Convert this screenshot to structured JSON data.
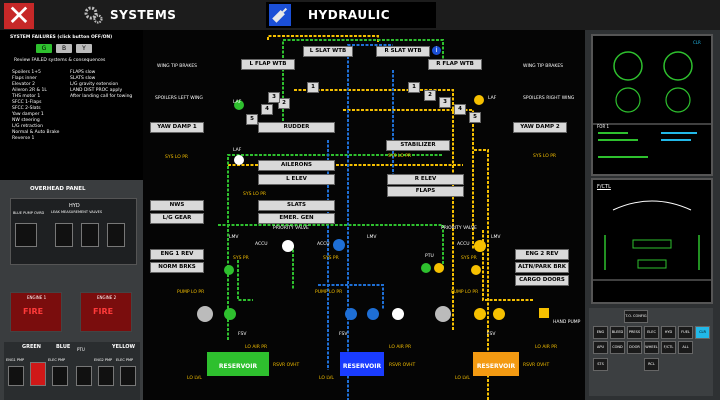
{
  "topbar": {
    "close_label": "✕",
    "systems_label": "SYSTEMS",
    "hydraulic_label": "HYDRAULIC"
  },
  "left": {
    "failures_title": "SYSTEM FAILURES (click button OFF/ON)",
    "g": "G",
    "b": "B",
    "y": "Y",
    "review": "Review FAILED systems & consequences",
    "col1": [
      "Spoilers 1+5",
      "Flaps inner",
      "Elevator 2",
      "Aileron 2R & 1L",
      "THS motor 1",
      "SFCC 1-Flaps",
      "SFCC 2-Slats",
      "Yaw damper 1",
      "NW steering",
      "L/G retraction",
      "Normal & Auto Brake",
      "Reverse 1"
    ],
    "col2": [
      "FLAPS slow",
      "SLATS slow",
      "L/G gravity extension",
      "LAND DIST PROC apply",
      "After landing call for towing"
    ],
    "overhead_title": "OVERHEAD PANEL",
    "hyd": "HYD",
    "leak": "LEAK MEASUREMENT VALVES",
    "blue_pump": "BLUE PUMP OVRD",
    "g_lbl": "G",
    "b_lbl": "B",
    "y_lbl": "Y",
    "engine1": "ENGINE 1",
    "engine2": "ENGINE 2",
    "fire": "FIRE",
    "green": "GREEN",
    "blue": "BLUE",
    "ptu": "PTU",
    "yellow": "YELLOW",
    "eng1_pmp": "ENG1 PMP",
    "elec_pmp": "ELEC PMP",
    "eng2_pmp": "ENG2 PMP",
    "elec_pmp2": "ELEC PMP"
  },
  "diagram": {
    "l_slat_wtb": "L SLAT WTB",
    "r_slat_wtb": "R SLAT WTB",
    "l_flap_wtb": "L FLAP WTB",
    "r_flap_wtb": "R FLAP WTB",
    "wingtip_l": "WING TIP BRAKES",
    "wingtip_r": "WING TIP BRAKES",
    "spoilers_l": "SPOILERS LEFT WING",
    "spoilers_r": "SPOILERS RIGHT WING",
    "sp1": "1",
    "sp2": "2",
    "sp3": "3",
    "sp4": "4",
    "sp5": "5",
    "spr1": "1",
    "spr2": "2",
    "spr3": "3",
    "spr4": "4",
    "spr5": "5",
    "laf": "LAF",
    "raf": "LAF",
    "laf2": "LAF",
    "yaw_damp1": "YAW DAMP 1",
    "yaw_damp2": "YAW DAMP 2",
    "rudder": "RUDDER",
    "stabilizer": "STABILIZER",
    "ailerons": "AILERONS",
    "l_elev": "L ELEV",
    "r_elev": "R ELEV",
    "flaps": "FLAPS",
    "nws": "NWS",
    "ldg_gear": "L/G GEAR",
    "slats": "SLATS",
    "emer_gen": "EMER. GEN",
    "eng1_rev": "ENG 1 REV",
    "eng2_rev": "ENG 2 REV",
    "norm_brks": "NORM BRKS",
    "altn_brk": "ALTN/PARK BRK",
    "cargo_doors": "CARGO DOORS",
    "sys_lo_pr1": "SYS LO PR",
    "sys_lo_pr2": "SYS LO PR",
    "sys_lo_pr3": "SYS LO PR",
    "sys_lo_pr4": "SYS LO PR",
    "sys_pr1": "SYS PR",
    "sys_pr2": "SYS PR",
    "sys_pr3": "SYS PR",
    "priority_valve1": "PRIORITY VALVE",
    "priority_valve2": "PRIORITY VALVE",
    "lmv1": "LMV",
    "lmv2": "LMV",
    "lmv3": "LMV",
    "accu1": "ACCU",
    "accu2": "ACCU",
    "accu3": "ACCU",
    "ptu": "PTU",
    "pump_lo_pr1": "PUMP LO PR",
    "pump_lo_pr2": "PUMP LO PR",
    "pump_lo_pr3": "PUMP LO PR",
    "fsv1": "FSV",
    "fsv2": "FSV",
    "fsv3": "FSV",
    "lo_air_pr1": "LO AIR PR",
    "lo_air_pr2": "LO AIR PR",
    "lo_air_pr3": "LO AIR PR",
    "rsvr_ovht1": "RSVR OVHT",
    "rsvr_ovht2": "RSVR OVHT",
    "rsvr_ovht3": "RSVR OVHT",
    "lo_lvl1": "LO LVL",
    "lo_lvl2": "LO LVL",
    "lo_lvl3": "LO LVL",
    "reservoir_g": "RESERVOIR",
    "reservoir_b": "RESERVOIR",
    "reservoir_y": "RESERVOIR",
    "hand_pump": "HAND PUMP",
    "info": "i"
  },
  "right": {
    "fcu": "FOR 1",
    "fctl": "F/CTL",
    "clr": "CLR",
    "keys_row1": [
      "T.O. CONFIG"
    ],
    "keys_row2": [
      "ENG",
      "BLEED",
      "PRESS",
      "ELEC",
      "HYD",
      "FUEL"
    ],
    "keys_row3": [
      "APU",
      "COND",
      "DOOR",
      "WHEEL",
      "F/CTL",
      "ALL"
    ],
    "keys_row4": [
      "STS",
      "RCL"
    ]
  },
  "colors": {
    "green": "#2ec02e",
    "blue": "#1a3cff",
    "yellow": "#f6c000",
    "red": "#c62828",
    "cyan": "#22b8e8"
  }
}
